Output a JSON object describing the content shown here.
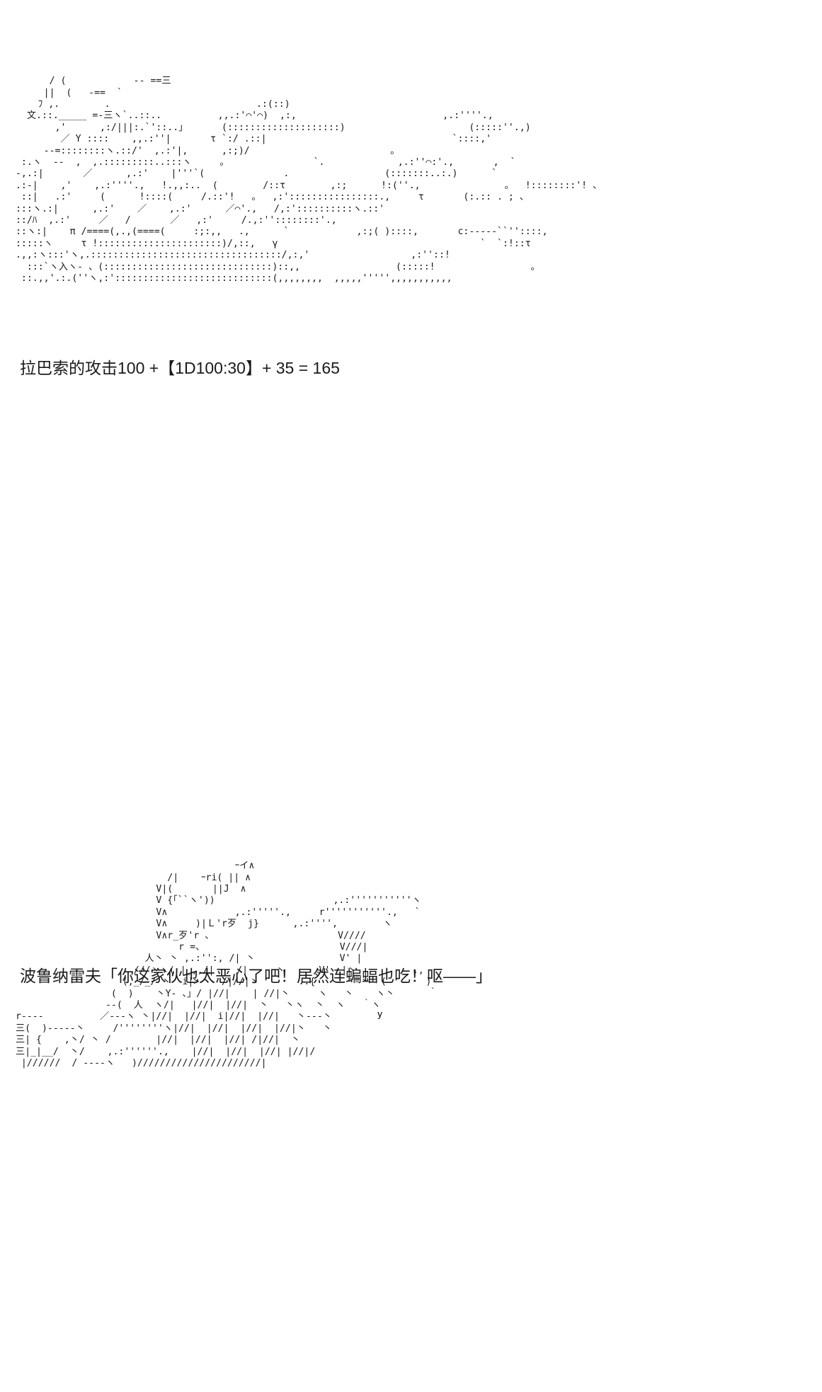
{
  "page": {
    "background_color": "#ffffff",
    "text_color": "#1a1a1a"
  },
  "scene_top": {
    "name": "ascii-art-scene-top",
    "art": "       / (            -- ==三\n      ||  (   -==  `\n     ﾌ ,.        .                          .:(::)\n   文.::._____ =-三ヽ`..::..          ,,.:'⌒'⌒)  ,:,                          ,.:''''.,\n        ,'      ,:/|||:.`'::..」      (::::::::::::::::::::)                      (:::::''.,)\n         ／ Y ::::    ,,.:''|       τ `:/ .::|                                 `::::,'\n      -‐=::::::::ヽ.::/'  ,.:'|,      ,:;)/                         。\n  :.ヽ  ‐-  ,  ,.:::::::::..:::ヽ     。               `.             ,.:''⌒:'.,       ,  `\n -,.:|       ／      ,.:'    |'''`(              .                 (:::::::..:.)      `\n .:‐|    ,'    ,.:''''.,   !.,,:..  (        /::τ        ,:;      !:(''.,               。  !::::::::'! 、\n  ::|   .:'     (      !::::(     /.::'!   。  ,:'::::::::::::::::.,     τ       (:.:: . ; 、\n :::ヽ.:|      ,.:'    ／    ,.:'      ／⌒'.,   /,:'::::::::::ヽ.::'\n ::/ﾊ  ,.:'     ／   /       ／   ,:'     /.,:''::::::::'.,\n ::ヽ:|    π /====(,.,(====(     :;:,,   .,      `            ,:;( )::::,       c:-----``''::::,\n :::::ヽ     τ !::::::::::::::::::::::)/,::,   γ                                    `  `:!::τ\n .,,:ヽ:::'ヽ,.::::::::::::::::::::::::::::::::::/,:,'                  ,:''::!\n   :::`ヽ入ヽ‐ 、(::::::::::::::::::::::::::::::)::,,                 (:::::!                 。\n  ::.,,'.:.(''ヽ,:'::::::::::::::::::::::::::::(,,,,,,,,  ,,,,,''''',,,,,,,,,,,\n"
  },
  "scene_bottom": {
    "name": "ascii-art-scene-bottom",
    "art": "                                        ｰイ∧\n                            /|    ｰri( || ∧\n                          V|(       ||J  ∧\n                          V {「``ヽ'))                     ,.:'''''''''''ヽ\n                          V∧            ,.:'''''.,     r'''''''''''.,   `\n                          V∧     )|Ｌ'r歹  j}      ,.:'''',        ヽ\n                          V∧r_歹'r 、                      V////\n                              r =、                        V///|\n                        人丶 丶 ,.:'':, /| 丶               V' |\n                      ///丶ヽ( |_,,/|    /|     丶      V'  |丶          .,\n                    (,_/_/ 丶  i|>    /|//|丶       ..{        丶  (       )\n                  (  )    丶Y‐ 、」/ |//|    | //|丶     ヽ   丶    ヽ丶      ｀\n                 ‐‐(  人  ヽ/|   |//|  |//|  丶   丶ヽ  丶  ヽ   ｀ヽ\n r‐‐‐‐          ／‐‐‐ヽ 丶|//|  |//|  i|//|  |//|   丶‐‐‐丶        У\n 三(  )‐‐‐‐‐丶     /''''''''ヽ|//|  |//|  |//|  |//|丶   丶\n 三| {    ,丶/ 丶 /        |//|  |//|  |//| /|//|  丶\n 三|_|__/  丶/    ,.:''''''.,    |//|  |//|  |//| |//|/\n  |//////  / ‐‐‐‐ヽ   )//////////////////////|\n"
  },
  "narration": {
    "attack_line": {
      "name": "attack-roll-line",
      "text": "拉巴索的攻击100 +【1D100:30】+ 35 = 165"
    },
    "dialogue_line": {
      "name": "dialogue-line",
      "text": "波鲁纳雷夫「你这家伙也太恶心了吧！居然连蝙蝠也吃！呕——」"
    }
  }
}
